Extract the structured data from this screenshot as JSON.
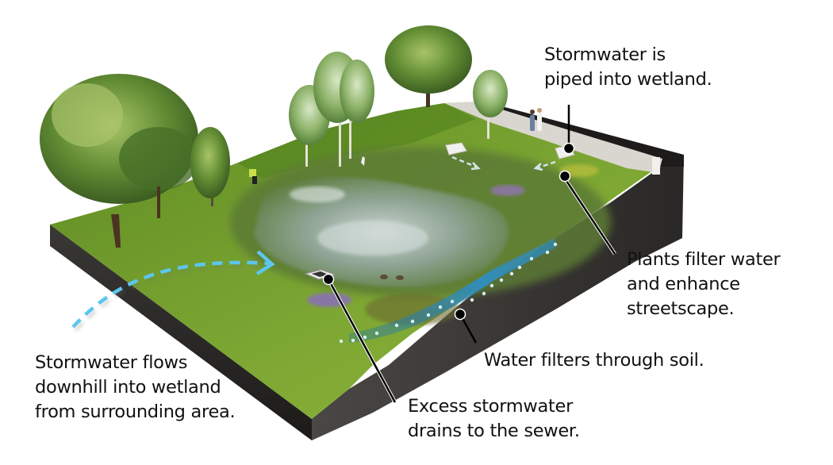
{
  "diagram": {
    "title": "Constructed stormwater wetland cross-section",
    "colors": {
      "grass": "#6f9a2c",
      "grass_light": "#8db73a",
      "soil": "#2b2a28",
      "water": "#9fb6b8",
      "flow_arrow": "#5cc6ef",
      "path": "#d9d6cf",
      "leader_line": "#000000"
    },
    "annotations": [
      {
        "id": "piped",
        "lines": [
          "Stormwater is",
          "piped into wetland."
        ]
      },
      {
        "id": "plants",
        "lines": [
          "Plants filter water",
          "and enhance",
          "streetscape."
        ]
      },
      {
        "id": "soil",
        "lines": [
          "Water filters through soil."
        ]
      },
      {
        "id": "excess",
        "lines": [
          "Excess stormwater",
          "drains to the sewer."
        ]
      },
      {
        "id": "flows",
        "lines": [
          "Stormwater flows",
          "downhill into wetland",
          "from surrounding area."
        ]
      }
    ],
    "elements": {
      "trees": [
        "large-tree-left",
        "small-tree-left",
        "birch-cluster",
        "oak-top",
        "birch-right"
      ],
      "structures": [
        "inlet-pipe-left",
        "inlet-pipe-right",
        "overflow-drain",
        "sidewalk"
      ],
      "figures": [
        "pedestrians",
        "worker",
        "heron",
        "ducks"
      ]
    }
  }
}
